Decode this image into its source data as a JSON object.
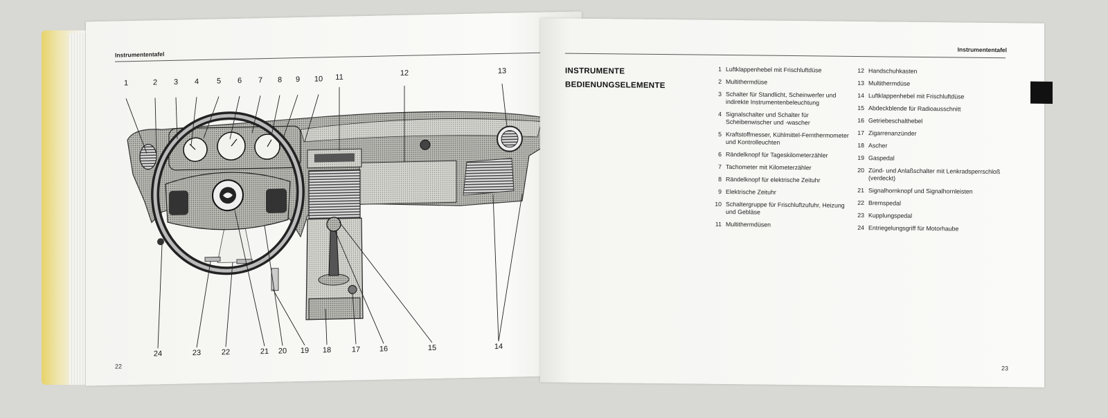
{
  "left_page": {
    "header": "Instrumententafel",
    "page_number": "22",
    "callouts_top": [
      "1",
      "2",
      "3",
      "4",
      "5",
      "6",
      "7",
      "8",
      "9",
      "10",
      "11",
      "12",
      "13"
    ],
    "callouts_bottom": [
      "24",
      "23",
      "22",
      "21",
      "20",
      "19",
      "18",
      "17",
      "16",
      "15",
      "14"
    ]
  },
  "right_page": {
    "header": "Instrumententafel",
    "page_number": "23",
    "title_line1": "INSTRUMENTE",
    "title_line2": "BEDIENUNGSELEMENTE",
    "legend_col1": [
      {
        "n": "1",
        "t": "Luftklappenhebel mit Frischluftdüse"
      },
      {
        "n": "2",
        "t": "Multithermdüse"
      },
      {
        "n": "3",
        "t": "Schalter für Standlicht, Scheinwerfer und indirekte Instrumentenbeleuchtung"
      },
      {
        "n": "4",
        "t": "Signalschalter und Schalter für Scheibenwischer und -wascher"
      },
      {
        "n": "5",
        "t": "Kraftstoffmesser, Kühlmittel-Fernthermometer und Kontrolleuchten"
      },
      {
        "n": "6",
        "t": "Rändelknopf für Tageskilometerzähler"
      },
      {
        "n": "7",
        "t": "Tachometer mit Kilometerzähler"
      },
      {
        "n": "8",
        "t": "Rändelknopf für elektrische Zeituhr"
      },
      {
        "n": "9",
        "t": "Elektrische Zeituhr"
      },
      {
        "n": "10",
        "t": "Schaltergruppe für Frischluftzufuhr, Heizung und Gebläse"
      },
      {
        "n": "11",
        "t": "Multithermdüsen"
      }
    ],
    "legend_col2": [
      {
        "n": "12",
        "t": "Handschuhkasten"
      },
      {
        "n": "13",
        "t": "Multithermdüse"
      },
      {
        "n": "14",
        "t": "Luftklappenhebel mit Frischluftdüse"
      },
      {
        "n": "15",
        "t": "Abdeckblende für Radioausschnitt"
      },
      {
        "n": "16",
        "t": "Getriebeschalthebel"
      },
      {
        "n": "17",
        "t": "Zigarrenanzünder"
      },
      {
        "n": "18",
        "t": "Ascher"
      },
      {
        "n": "19",
        "t": "Gaspedal"
      },
      {
        "n": "20",
        "t": "Zünd- und Anlaßschalter mit Lenkradsperrschloß (verdeckt)"
      },
      {
        "n": "21",
        "t": "Signalhornknopf und Signalhornleisten"
      },
      {
        "n": "22",
        "t": "Bremspedal"
      },
      {
        "n": "23",
        "t": "Kupplungspedal"
      },
      {
        "n": "24",
        "t": "Entriegelungsgriff für Motorhaube"
      }
    ]
  }
}
